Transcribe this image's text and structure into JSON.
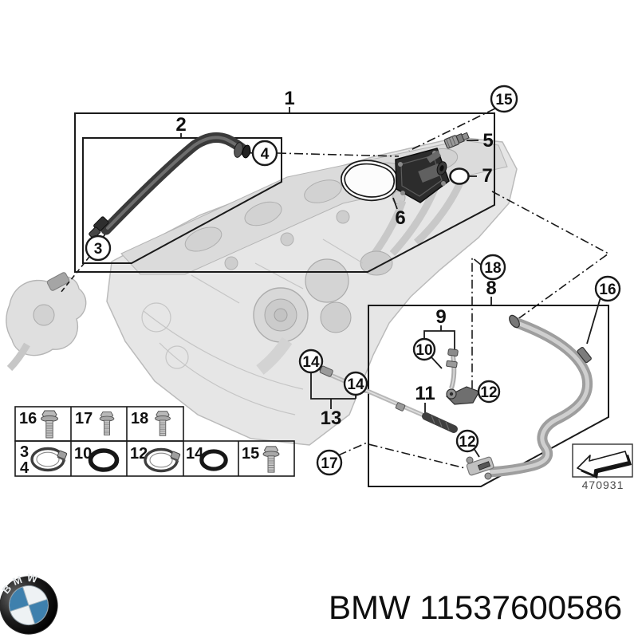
{
  "footer": {
    "logo_letters": "BMW",
    "part_label": "BMW 11537600586"
  },
  "stamp": {
    "drawing_number": "470931"
  },
  "callouts": {
    "n1": "1",
    "n2": "2",
    "n3": "3",
    "n4": "4",
    "n5": "5",
    "n6": "6",
    "n7": "7",
    "n8": "8",
    "n9": "9",
    "n10": "10",
    "n11": "11",
    "n12a": "12",
    "n12b": "12",
    "n13": "13",
    "n14a": "14",
    "n14b": "14",
    "n15": "15",
    "n16": "16",
    "n17": "17",
    "n18": "18"
  },
  "legend": {
    "row1": [
      {
        "num": "16",
        "icon": "flange-bolt-long"
      },
      {
        "num": "17",
        "icon": "flange-bolt-short"
      },
      {
        "num": "18",
        "icon": "flange-bolt-short"
      }
    ],
    "row2": [
      {
        "nums": [
          "3",
          "4"
        ],
        "icon": "hose-clamp"
      },
      {
        "num": "10",
        "icon": "o-ring"
      },
      {
        "num": "12",
        "icon": "hose-clamp"
      },
      {
        "num": "14",
        "icon": "o-ring"
      },
      {
        "num": "15",
        "icon": "flange-bolt-short"
      }
    ]
  },
  "colors": {
    "line": "#1a1a1a",
    "engine_fill": "#e2e2e2",
    "engine_stroke": "#b0b0b0",
    "hose_dark": "#3c3c3c",
    "metal": "#b5b5b5",
    "bmw_blue": "#3e80ad"
  }
}
